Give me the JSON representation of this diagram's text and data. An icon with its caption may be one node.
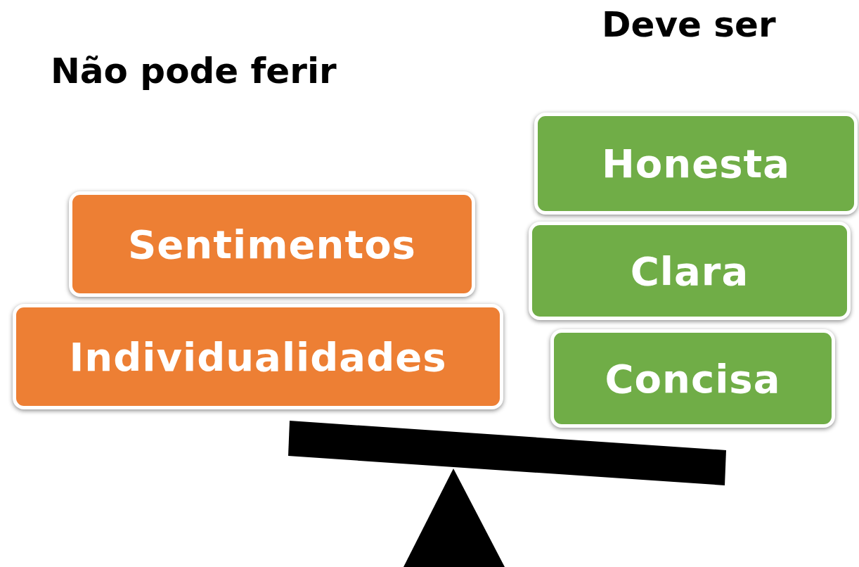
{
  "diagram": {
    "nodes": [
      {
        "text": [
          "Sentimentos"
        ]
      },
      {
        "text": [
          "Individualidades"
        ]
      },
      {
        "text": [
          "Honesta"
        ]
      },
      {
        "text": [
          "Clara"
        ]
      },
      {
        "text": [
          "Concisa"
        ]
      }
    ],
    "labels": [
      "Não pode ferir",
      "Deve ser"
    ]
  }
}
